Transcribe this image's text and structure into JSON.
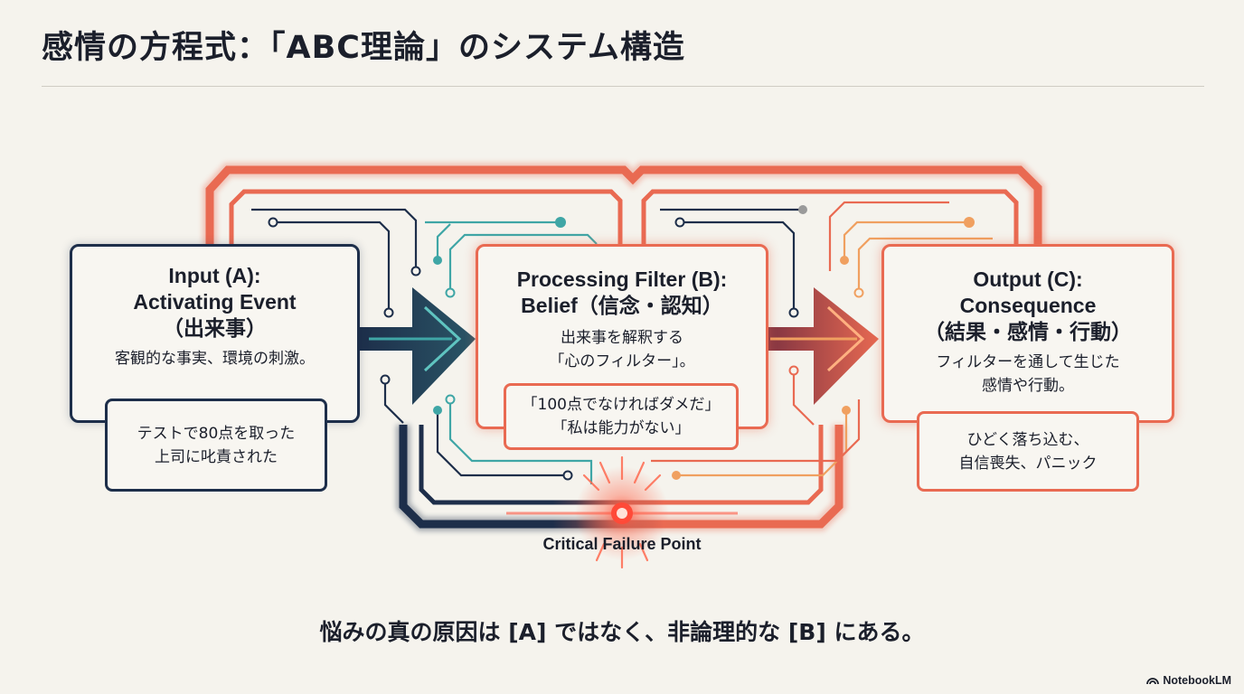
{
  "title": "感情の方程式：「ABC理論」のシステム構造",
  "nodes": {
    "a": {
      "heading": [
        "Input (A):",
        "Activating Event",
        "（出来事）"
      ],
      "description": [
        "客観的な事実、環境の刺激。"
      ],
      "example": [
        "テストで80点を取った",
        "上司に叱責された"
      ]
    },
    "b": {
      "heading": [
        "Processing Filter (B):",
        "Belief（信念・認知）"
      ],
      "description": [
        "出来事を解釈する",
        "「心のフィルター」。"
      ],
      "example": [
        "「100点でなければダメだ」",
        "「私は能力がない」"
      ]
    },
    "c": {
      "heading": [
        "Output (C):",
        "Consequence",
        "（結果・感情・行動）"
      ],
      "description": [
        "フィルターを通して生じた",
        "感情や行動。"
      ],
      "example": [
        "ひどく落ち込む、",
        "自信喪失、パニック"
      ]
    }
  },
  "failure_point": {
    "label": "Critical Failure Point"
  },
  "conclusion": "悩みの真の原因は [A] ではなく、非論理的な [B] にある。",
  "brand": {
    "label": "NotebookLM",
    "icon": "notebooklm-logo-icon"
  },
  "colors": {
    "navy": "#1d2e4a",
    "red": "#e96a52",
    "orange": "#f0a060",
    "teal": "#3fa6a6",
    "background": "#f5f3ed"
  }
}
